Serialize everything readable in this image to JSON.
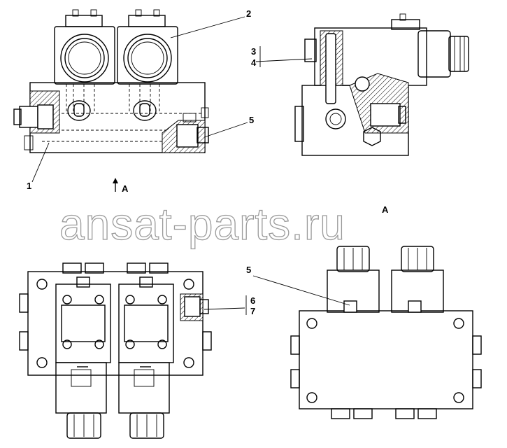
{
  "watermark": "ansat-parts.ru",
  "callouts": {
    "c1": "1",
    "c2": "2",
    "c3": "3",
    "c4": "4",
    "c5_top": "5",
    "c5_bottom": "5",
    "c6": "6",
    "c7": "7"
  },
  "view_markers": {
    "arrow_label": "A",
    "view_label": "A"
  }
}
